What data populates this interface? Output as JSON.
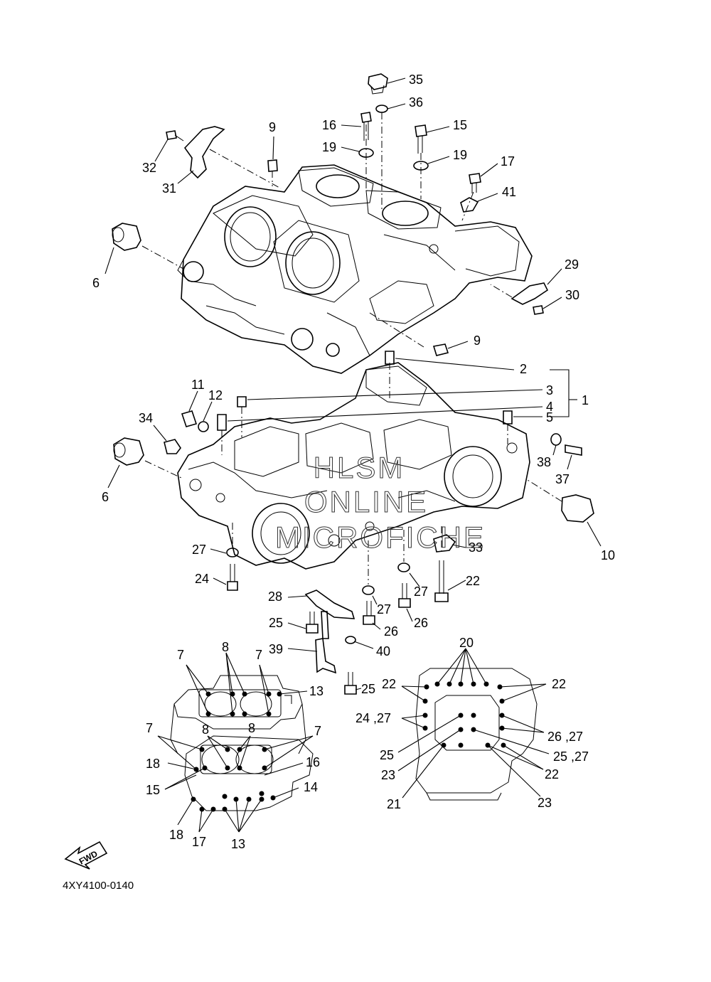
{
  "diagram": {
    "code": "4XY4100-0140",
    "fwd": "FWD",
    "watermark": [
      "HLSM",
      "ONLINE",
      "MICROFICHE"
    ],
    "callouts": {
      "n1": "1",
      "n2": "2",
      "n3": "3",
      "n4": "4",
      "n5": "5",
      "n6a": "6",
      "n6b": "6",
      "n7a": "7",
      "n7b": "7",
      "n7c": "7",
      "n7d": "7",
      "n8a": "8",
      "n8b": "8",
      "n8c": "8",
      "n9a": "9",
      "n9b": "9",
      "n10": "10",
      "n11": "11",
      "n12": "12",
      "n13a": "13",
      "n13b": "13",
      "n14": "14",
      "n15a": "15",
      "n15b": "15",
      "n16a": "16",
      "n16b": "16",
      "n17a": "17",
      "n17b": "17",
      "n18a": "18",
      "n18b": "18",
      "n19a": "19",
      "n19b": "19",
      "n20": "20",
      "n21": "21",
      "n22a": "22",
      "n22b": "22",
      "n22c": "22",
      "n22d": "22",
      "n23a": "23",
      "n23b": "23",
      "n24a": "24",
      "n24b": "24 ,27",
      "n25a": "25",
      "n25b": "25",
      "n25c": "25",
      "n25d": "25 ,27",
      "n26a": "26",
      "n26b": "26",
      "n26c": "26 ,27",
      "n27a": "27",
      "n27b": "27",
      "n27c": "27",
      "n28": "28",
      "n29": "29",
      "n30": "30",
      "n31": "31",
      "n32": "32",
      "n33": "33",
      "n34": "34",
      "n35": "35",
      "n36": "36",
      "n37": "37",
      "n38": "38",
      "n39": "39",
      "n40": "40",
      "n41": "41"
    }
  }
}
